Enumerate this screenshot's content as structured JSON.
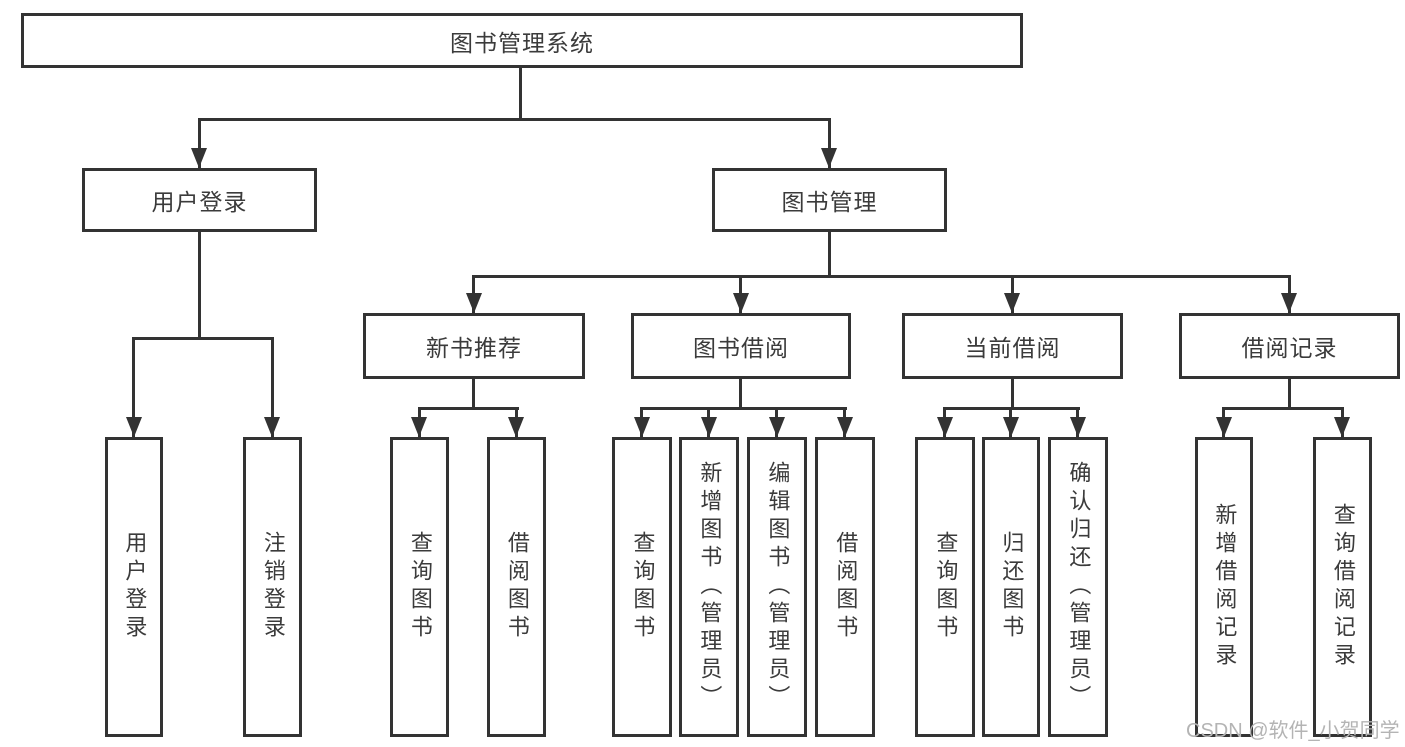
{
  "tree": {
    "label": "图书管理系统",
    "children": [
      {
        "label": "用户登录",
        "children": [
          {
            "label": "用户登录"
          },
          {
            "label": "注销登录"
          }
        ]
      },
      {
        "label": "图书管理",
        "children": [
          {
            "label": "新书推荐",
            "children": [
              {
                "label": "查询图书"
              },
              {
                "label": "借阅图书"
              }
            ]
          },
          {
            "label": "图书借阅",
            "children": [
              {
                "label": "查询图书"
              },
              {
                "label": "新增图书（管理员）"
              },
              {
                "label": "编辑图书（管理员）"
              },
              {
                "label": "借阅图书"
              }
            ]
          },
          {
            "label": "当前借阅",
            "children": [
              {
                "label": "查询图书"
              },
              {
                "label": "归还图书"
              },
              {
                "label": "确认归还（管理员）"
              }
            ]
          },
          {
            "label": "借阅记录",
            "children": [
              {
                "label": "新增借阅记录"
              },
              {
                "label": "查询借阅记录"
              }
            ]
          }
        ]
      }
    ]
  },
  "watermark": {
    "text": "CSDN @软件_小贺同学"
  },
  "colors": {
    "line": "#333333",
    "node_border": "#333333",
    "text": "#3b3b3b",
    "background": "#ffffff",
    "watermark": "#b4b4b4"
  }
}
